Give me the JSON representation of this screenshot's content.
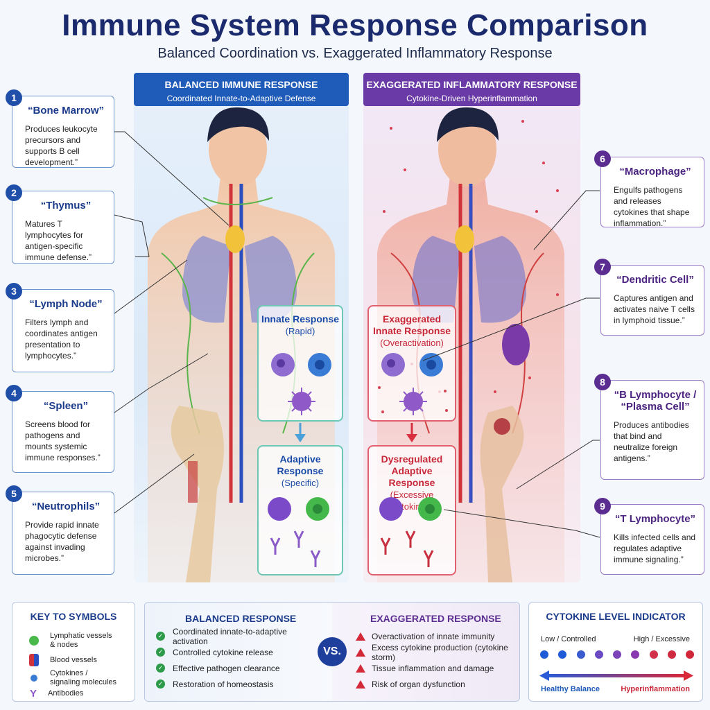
{
  "header": {
    "title": "Immune System Response Comparison",
    "subtitle": "Balanced Coordination vs. Exaggerated Inflammatory Response"
  },
  "left_panel": {
    "title": "BALANCED IMMUNE RESPONSE",
    "subtitle": "Coordinated Innate-to-Adaptive Defense",
    "innate": {
      "title": "Innate Response",
      "sub": "(Rapid)"
    },
    "adaptive": {
      "title": "Adaptive Response",
      "sub": "(Specific)"
    }
  },
  "right_panel": {
    "title": "EXAGGERATED INFLAMMATORY RESPONSE",
    "subtitle": "Cytokine-Driven Hyperinflammation",
    "innate": {
      "title": "Exaggerated Innate Response",
      "sub": "(Overactivation)"
    },
    "adaptive": {
      "title": "Dysregulated Adaptive Response",
      "sub": "(Excessive Cytokines)"
    }
  },
  "callouts_left": [
    {
      "num": "1",
      "title": "“Bone Marrow”",
      "text": "Produces leukocyte precursors and supports B cell development.”"
    },
    {
      "num": "2",
      "title": "“Thymus”",
      "text": "Matures T lymphocytes for antigen-specific immune defense.”"
    },
    {
      "num": "3",
      "title": "“Lymph Node”",
      "text": "Filters lymph and coordinates antigen presentation to lymphocytes.”"
    },
    {
      "num": "4",
      "title": "“Spleen”",
      "text": "Screens blood for pathogens and mounts systemic immune responses.”"
    },
    {
      "num": "5",
      "title": "“Neutrophils”",
      "text": "Provide rapid innate phagocytic defense against invading microbes.”"
    }
  ],
  "callouts_right": [
    {
      "num": "6",
      "title": "“Macrophage”",
      "text": "Engulfs pathogens and releases cytokines that shape inflammation.”"
    },
    {
      "num": "7",
      "title": "“Dendritic Cell”",
      "text": "Captures antigen and activates naive T cells in lymphoid tissue.”"
    },
    {
      "num": "8",
      "title": "“B Lymphocyte / “Plasma Cell”",
      "text": "Produces antibodies that bind and neutralize foreign antigens.”"
    },
    {
      "num": "9",
      "title": "“T Lymphocyte”",
      "text": "Kills infected cells and regulates adaptive immune signaling.”"
    }
  ],
  "key": {
    "title": "KEY TO SYMBOLS",
    "items": [
      "Lymphatic vessels & nodes",
      "Blood vessels",
      "Cytokines / signaling molecules",
      "Antibodies"
    ]
  },
  "comparison": {
    "balanced_title": "BALANCED RESPONSE",
    "balanced_items": [
      "Coordinated innate-to-adaptive activation",
      "Controlled cytokine release",
      "Effective pathogen clearance",
      "Restoration of homeostasis"
    ],
    "vs": "VS.",
    "exaggerated_title": "EXAGGERATED RESPONSE",
    "exaggerated_items": [
      "Overactivation of innate immunity",
      "Excess cytokine production (cytokine storm)",
      "Tissue inflammation and damage",
      "Risk of organ dysfunction"
    ]
  },
  "cytokine": {
    "title": "CYTOKINE LEVEL INDICATOR",
    "low": "Low / Controlled",
    "high": "High / Excessive",
    "healthy": "Healthy Balance",
    "hyper": "Hyperinflammation",
    "dot_colors": [
      "#1f5bd6",
      "#1f5bd6",
      "#3a5bd0",
      "#6a4bc4",
      "#7a44b8",
      "#8a3ab0",
      "#d0304a",
      "#d02a40",
      "#d0283a"
    ]
  },
  "colors": {
    "blue_accent": "#1f5bb8",
    "purple_accent": "#6a3aa6",
    "red_accent": "#d32a3a",
    "green_check": "#2e9b4a"
  }
}
